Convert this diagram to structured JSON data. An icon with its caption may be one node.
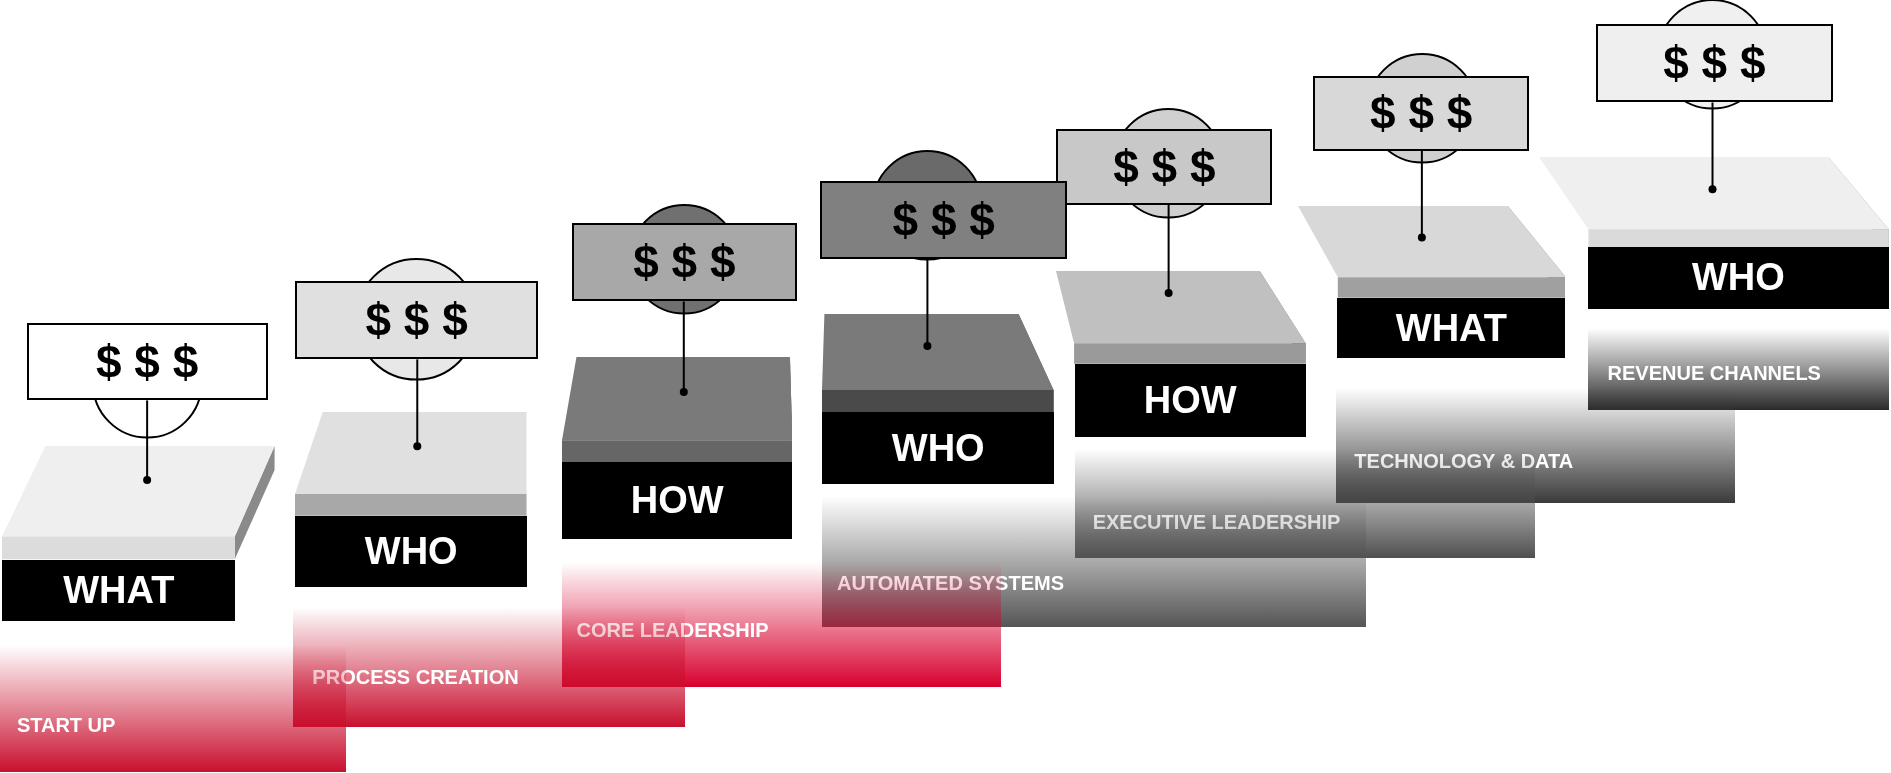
{
  "diagram": {
    "nodes": [
      {
        "text": [
          "$ $ $"
        ]
      },
      {
        "text": [
          "WHAT"
        ]
      },
      {
        "text": [
          "$ $ $"
        ]
      },
      {
        "text": [
          "WHO"
        ]
      },
      {
        "text": [
          "$ $ $"
        ]
      },
      {
        "text": [
          "HOW"
        ]
      },
      {
        "text": [
          "$ $ $"
        ]
      },
      {
        "text": [
          "WHO"
        ]
      },
      {
        "text": [
          "$ $ $"
        ]
      },
      {
        "text": [
          "HOW"
        ]
      },
      {
        "text": [
          "$ $ $"
        ]
      },
      {
        "text": [
          "WHAT"
        ]
      },
      {
        "text": [
          "$ $ $"
        ]
      },
      {
        "text": [
          "WHO"
        ]
      }
    ],
    "labels": [
      "REVENUE CHANNELS",
      "TECHNOLOGY & DATA",
      "EXECUTIVE LEADERSHIP",
      "AUTOMATED SYSTEMS",
      "CORE LEADERSHIP",
      "PROCESS CREATION",
      "START UP"
    ],
    "edges": [
      {
        "from": 0,
        "to": 1,
        "arrow": "other"
      },
      {
        "from": 2,
        "to": 3,
        "arrow": "other"
      },
      {
        "from": 4,
        "to": 5,
        "arrow": "other"
      },
      {
        "from": 6,
        "to": 7,
        "arrow": "other"
      },
      {
        "from": 8,
        "to": 9,
        "arrow": "other"
      },
      {
        "from": 10,
        "to": 11,
        "arrow": "other"
      },
      {
        "from": 12,
        "to": 13,
        "arrow": "other"
      }
    ]
  }
}
